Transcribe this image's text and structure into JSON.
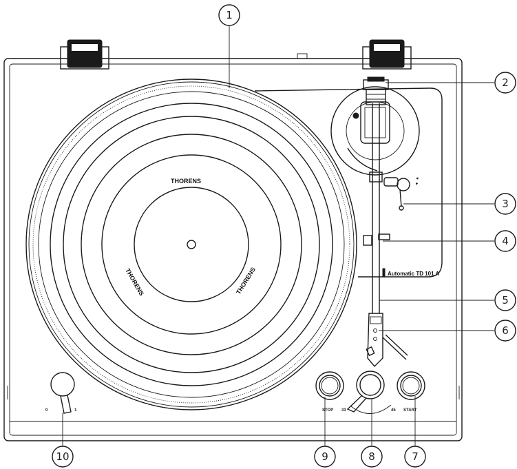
{
  "callouts": [
    {
      "number": "1",
      "part": "platter"
    },
    {
      "number": "2",
      "part": "tonearm-counterweight"
    },
    {
      "number": "3",
      "part": "cue-lever"
    },
    {
      "number": "4",
      "part": "tonearm-rest"
    },
    {
      "number": "5",
      "part": "tonearm"
    },
    {
      "number": "6",
      "part": "headshell"
    },
    {
      "number": "7",
      "part": "start-button"
    },
    {
      "number": "8",
      "part": "speed-selector"
    },
    {
      "number": "9",
      "part": "stop-button"
    },
    {
      "number": "10",
      "part": "power-switch"
    }
  ],
  "labels": {
    "brand_top": "THORENS",
    "brand_left": "THORENS",
    "brand_right": "THORENS",
    "model_text": "Automatic TD 101 A",
    "stop_label": "STOP",
    "start_label": "START",
    "speed_low": "33",
    "speed_high": "45",
    "switch_off": "0",
    "switch_on": "1"
  }
}
